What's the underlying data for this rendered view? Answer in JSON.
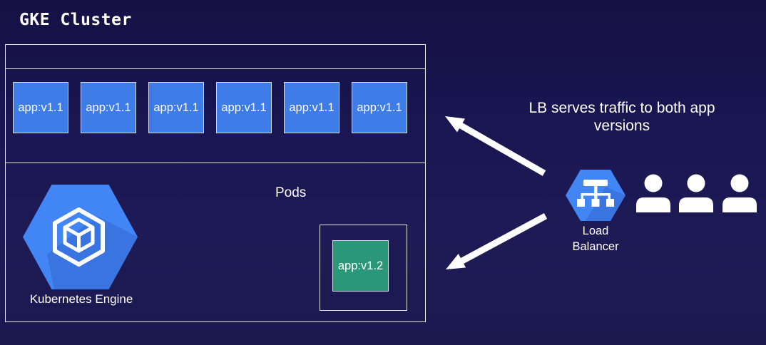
{
  "title": "GKE Cluster",
  "cluster": {
    "pods_v1": [
      "app:v1.1",
      "app:v1.1",
      "app:v1.1",
      "app:v1.1",
      "app:v1.1",
      "app:v1.1"
    ],
    "pods_section_label": "Pods",
    "engine_label": "Kubernetes Engine",
    "pod_v2_label": "app:v1.2"
  },
  "annotation": "LB serves traffic to both app versions",
  "load_balancer_label": "Load Balancer",
  "icons": {
    "kubernetes_engine": "gke-hexagon-cube-icon",
    "load_balancer": "hexagon-network-tree-icon",
    "users": "person-silhouette-icon",
    "traffic": "white-arrow"
  },
  "colors": {
    "background_top": "#151144",
    "background_bottom": "#1e1a55",
    "pod_v1_fill": "#3e7ce8",
    "pod_v2_fill": "#2a9878",
    "hexagon_fill": "#4285f4",
    "hexagon_shade": "#2f5fc9",
    "border_light": "#ebebf3",
    "text": "#ffffff"
  }
}
